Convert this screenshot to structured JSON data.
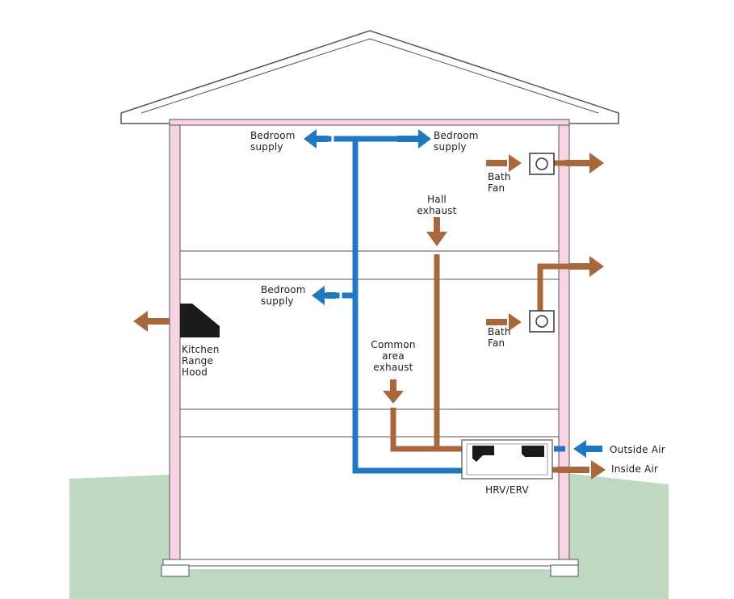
{
  "colors": {
    "supply_duct": "#1f78c1",
    "exhaust_duct": "#a8683b",
    "insulation": "#f6d4e6",
    "ground": "#bfd8c0",
    "hood": "#1a1a1a",
    "outline": "#555555"
  },
  "labels": {
    "bedroom_supply_top_left": "Bedroom\nsupply",
    "bedroom_supply_top_right": "Bedroom\nsupply",
    "bedroom_supply_middle": "Bedroom\nsupply",
    "bath_fan_upper": "Bath\nFan",
    "bath_fan_lower": "Bath\nFan",
    "hall_exhaust": "Hall\nexhaust",
    "kitchen_range_hood": "Kitchen\nRange\nHood",
    "common_area_exhaust": "Common\narea\nexhaust",
    "outside_air": "Outside Air",
    "inside_air": "Inside Air",
    "hrv_erv": "HRV/ERV"
  },
  "icons": [
    "bath-fan-icon",
    "kitchen-range-hood-icon",
    "hrv-erv-unit-icon",
    "arrow-icon"
  ]
}
